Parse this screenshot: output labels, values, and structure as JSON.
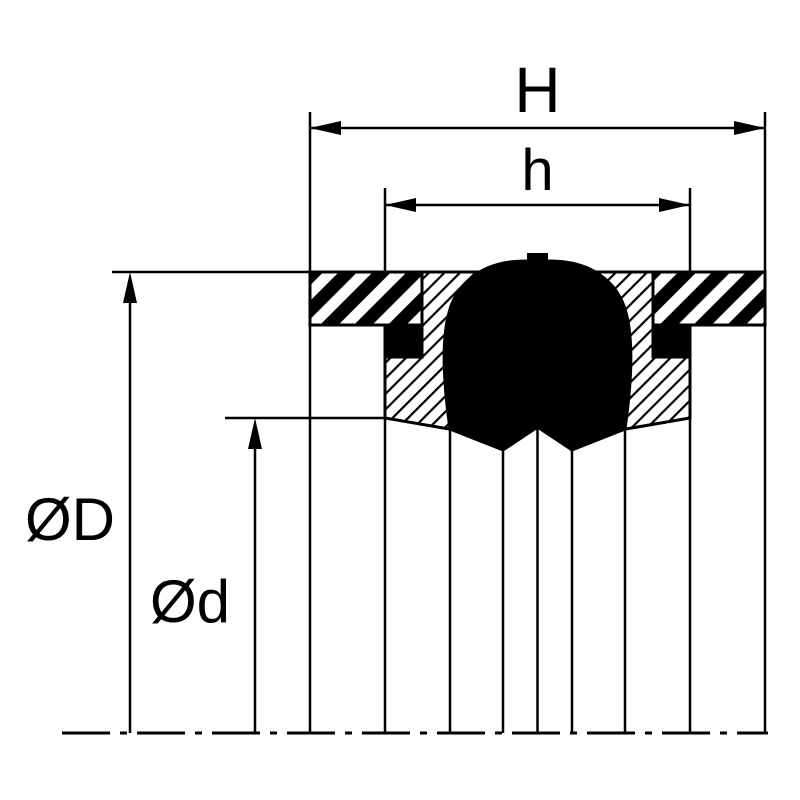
{
  "drawing": {
    "type": "technical-section-drawing",
    "labels": {
      "overall_width": "H",
      "seal_width": "h",
      "outer_diameter": "ØD",
      "inner_diameter": "Ød"
    },
    "colors": {
      "ink": "#000000",
      "background": "#ffffff"
    }
  }
}
